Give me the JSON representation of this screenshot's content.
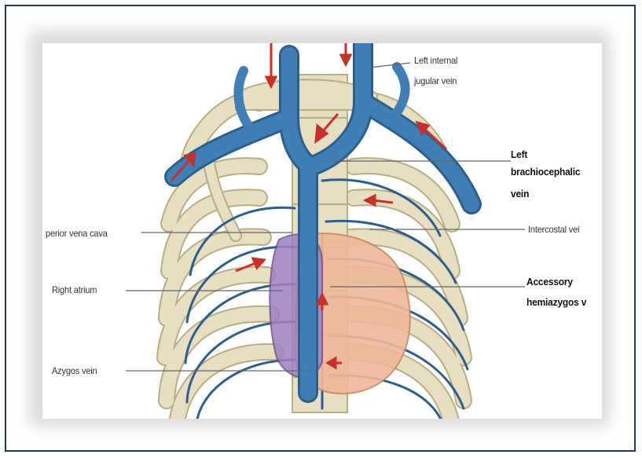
{
  "labels": {
    "left_internal_jugular": [
      "Left internal",
      "jugular vein"
    ],
    "left_brachiocephalic": [
      "Left",
      "brachiocephalic",
      "vein"
    ],
    "superior_vena_cava": "perior vena cava",
    "intercostal_vein": "Intercostal vei",
    "right_atrium": "Right atrium",
    "accessory_hemiazygos": [
      "Accessory",
      "hemiazygos v"
    ],
    "azygos_vein": "Azygos vein"
  },
  "colors": {
    "vein": "#3f7fb6",
    "vein_dark": "#2d5f8c",
    "bone": "#e7dfc2",
    "bone_edge": "#b9ad84",
    "heart": "#efb99a",
    "atrium": "#9e7fbf",
    "arrow": "#c8302a",
    "frame": "#1f3a5c"
  }
}
